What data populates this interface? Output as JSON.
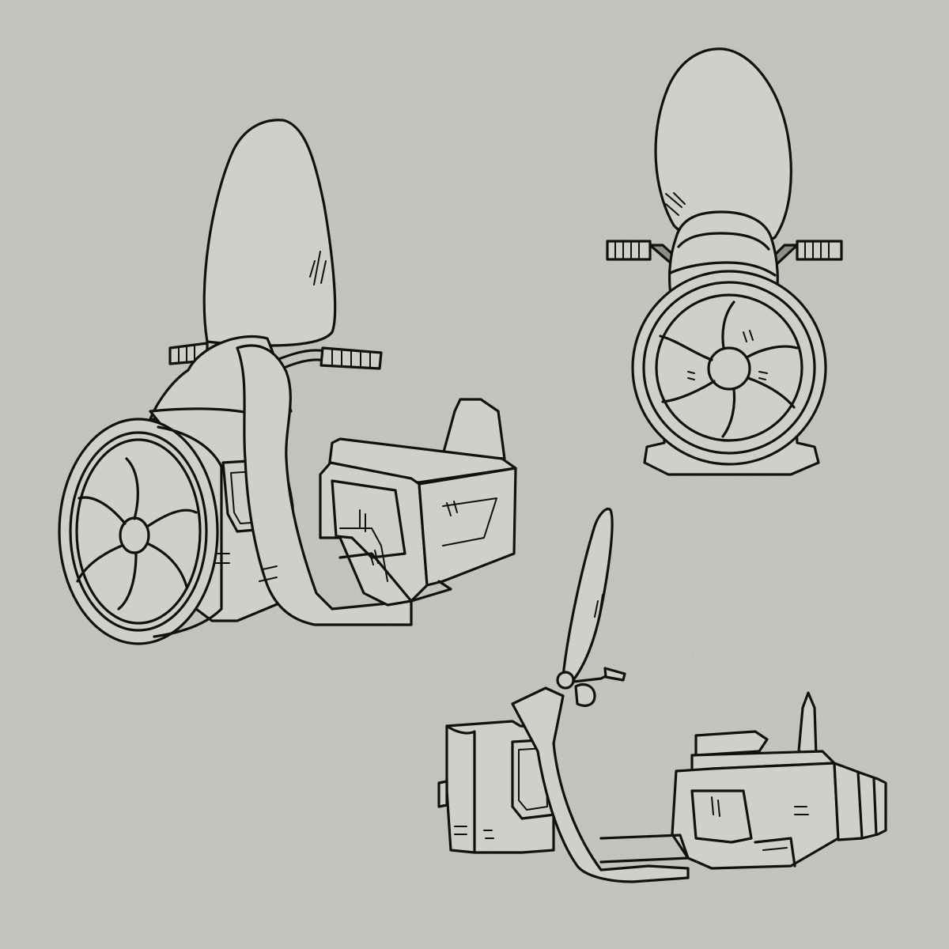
{
  "colors": {
    "background": "#cdd1c9",
    "ink": "#111111",
    "grip_metal": "#8a8d88"
  },
  "illustrations": [
    {
      "id": "three-quarter-view",
      "subject": "hover-scooter",
      "icon": "hover-scooter-icon"
    },
    {
      "id": "front-view",
      "subject": "hover-scooter",
      "icon": "hover-scooter-icon"
    },
    {
      "id": "side-view",
      "subject": "hover-scooter",
      "icon": "hover-scooter-icon"
    }
  ]
}
